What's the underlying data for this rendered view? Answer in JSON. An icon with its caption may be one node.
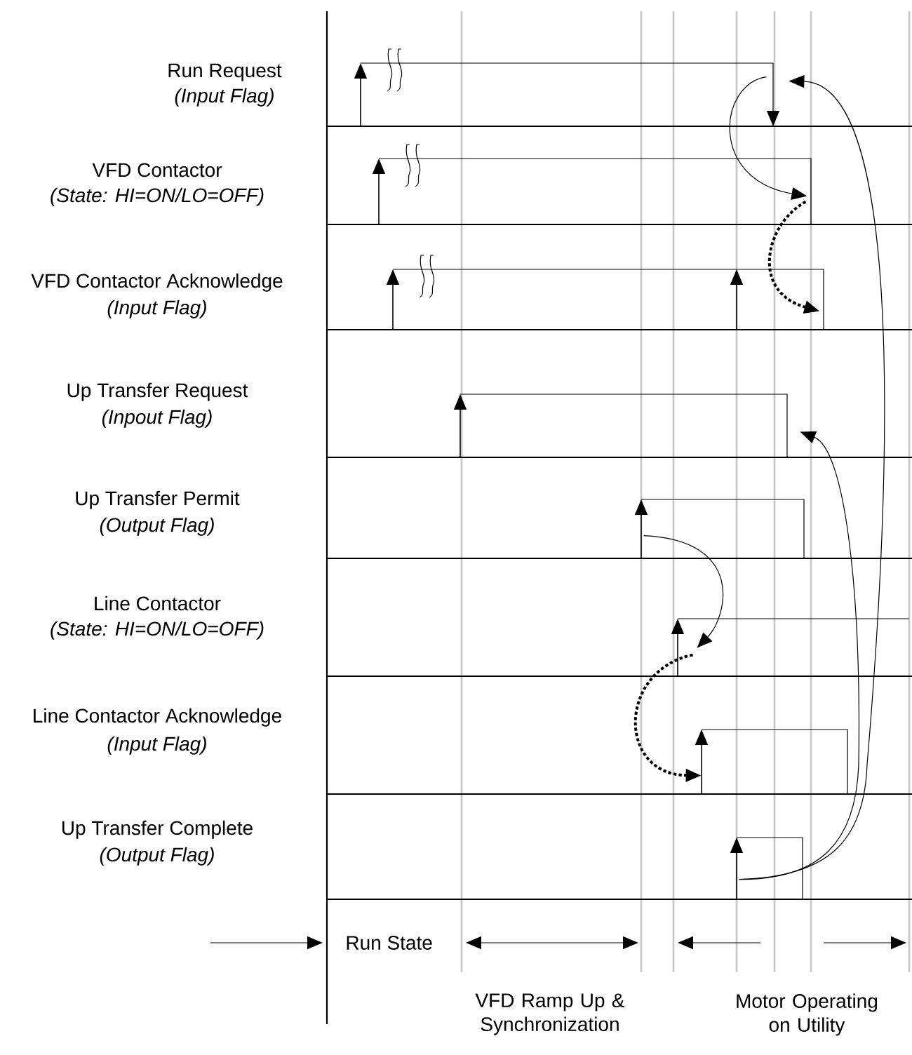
{
  "diagram": {
    "nodes": [
      {
        "text": [],
        "shape": "pulse"
      },
      {
        "text": [],
        "shape": "pulse"
      },
      {
        "text": [],
        "shape": "pulse"
      },
      {
        "text": [],
        "shape": "pulse"
      },
      {
        "text": [],
        "shape": "pulse"
      },
      {
        "text": [],
        "shape": "pulse"
      },
      {
        "text": [],
        "shape": "pulse"
      },
      {
        "text": [],
        "shape": "pulse"
      }
    ],
    "edges": [
      {
        "from": 0,
        "to": 1,
        "arrow": "to"
      },
      {
        "from": 1,
        "to": 2,
        "arrow": "to",
        "style": "dashed"
      },
      {
        "from": 7,
        "to": 0,
        "arrow": "to"
      },
      {
        "from": 7,
        "to": 3,
        "arrow": "to"
      },
      {
        "from": 4,
        "to": 5,
        "arrow": "to"
      },
      {
        "from": 5,
        "to": 6,
        "arrow": "to",
        "style": "dashed"
      }
    ],
    "labels": [
      "Run Request",
      "(Input Flag)",
      "VFD Contactor",
      "(State: HI=ON/LO=OFF)",
      "VFD Contactor Acknowledge",
      "(Input Flag)",
      "Up Transfer Request",
      "(Inpout Flag)",
      "Up Transfer Permit",
      "(Output Flag)",
      "Line Contactor",
      "(State: HI=ON/LO=OFF)",
      "Line Contactor Acknowledge",
      "(Input Flag)",
      "Up Transfer Complete",
      "(Output Flag)",
      "Run State",
      "VFD Ramp Up & Synchronization",
      "Motor Operating on Utility"
    ]
  }
}
